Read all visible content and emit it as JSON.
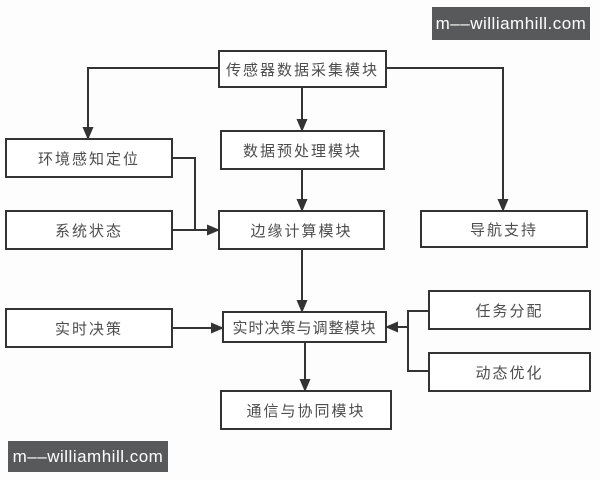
{
  "watermark": {
    "text": "m––williamhill.com",
    "background_color": "#58595a",
    "text_color": "#ffffff"
  },
  "colors": {
    "box_border": "#333333",
    "connector": "#333333",
    "box_fill": "#ffffff",
    "label_text": "#4d4d4d",
    "page_background": "#fdfdfd"
  },
  "diagram": {
    "type": "flowchart",
    "nodes": [
      {
        "id": "sensor",
        "label": "传感器数据采集模块"
      },
      {
        "id": "env",
        "label": "环境感知定位"
      },
      {
        "id": "preprocess",
        "label": "数据预处理模块"
      },
      {
        "id": "status",
        "label": "系统状态"
      },
      {
        "id": "edge",
        "label": "边缘计算模块"
      },
      {
        "id": "nav",
        "label": "导航支持"
      },
      {
        "id": "realtime",
        "label": "实时决策"
      },
      {
        "id": "adjust",
        "label": "实时决策与调整模块"
      },
      {
        "id": "comm",
        "label": "通信与协同模块"
      },
      {
        "id": "task",
        "label": "任务分配"
      },
      {
        "id": "dyn",
        "label": "动态优化"
      }
    ],
    "edges": [
      {
        "from": "传感器数据采集模块",
        "to": "数据预处理模块"
      },
      {
        "from": "传感器数据采集模块",
        "to": "环境感知定位"
      },
      {
        "from": "传感器数据采集模块",
        "to": "导航支持"
      },
      {
        "from": "数据预处理模块",
        "to": "边缘计算模块"
      },
      {
        "from": "环境感知定位",
        "to": "边缘计算模块"
      },
      {
        "from": "系统状态",
        "to": "边缘计算模块"
      },
      {
        "from": "边缘计算模块",
        "to": "实时决策与调整模块"
      },
      {
        "from": "实时决策",
        "to": "实时决策与调整模块"
      },
      {
        "from": "任务分配",
        "to": "实时决策与调整模块"
      },
      {
        "from": "动态优化",
        "to": "实时决策与调整模块"
      },
      {
        "from": "实时决策与调整模块",
        "to": "通信与协同模块"
      }
    ]
  }
}
